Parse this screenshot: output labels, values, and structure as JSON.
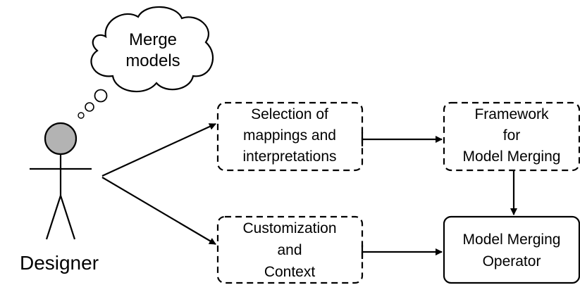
{
  "thought": {
    "line1": "Merge",
    "line2": "models"
  },
  "actor": {
    "label": "Designer"
  },
  "boxes": {
    "selection": {
      "lines": [
        "Selection of",
        "mappings and",
        "interpretations"
      ],
      "style": "dashed"
    },
    "framework": {
      "lines": [
        "Framework",
        "for",
        "Model Merging"
      ],
      "style": "dashed"
    },
    "customization": {
      "lines": [
        "Customization",
        "and",
        "Context"
      ],
      "style": "dashed"
    },
    "operator": {
      "lines": [
        "Model Merging",
        "Operator"
      ],
      "style": "solid"
    }
  },
  "colors": {
    "stroke": "#000000",
    "head_fill": "#b3b3b3",
    "background": "#ffffff"
  }
}
